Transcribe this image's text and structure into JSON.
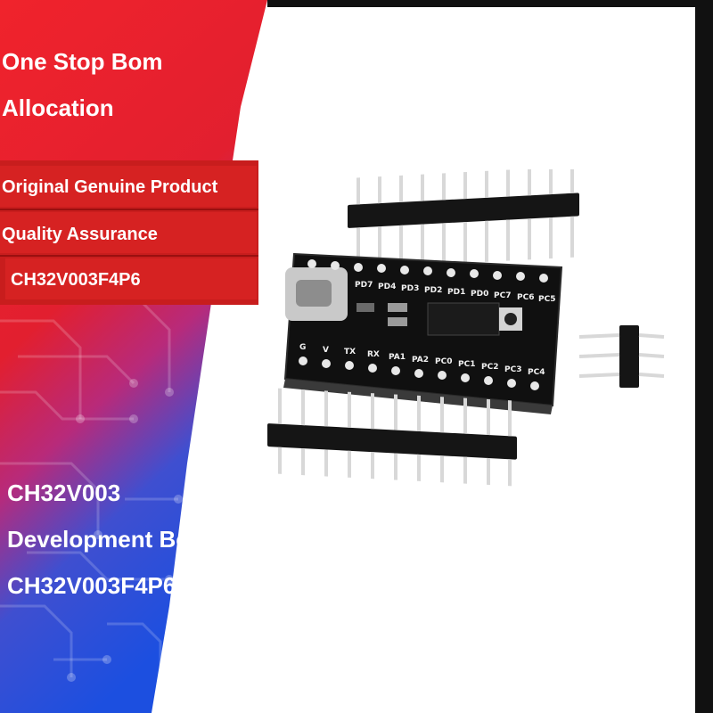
{
  "headline": {
    "line1": "One Stop Bom",
    "line2": "Allocation"
  },
  "badges": [
    {
      "label": "Original Genuine Product"
    },
    {
      "label": "Quality Assurance"
    },
    {
      "label": "CH32V003F4P6"
    }
  ],
  "product_title": {
    "line1": "CH32V003",
    "line2": "Development Board",
    "line3": "CH32V003F4P6"
  },
  "board": {
    "top_pins": [
      "PD7",
      "PD4",
      "PD3",
      "PD2",
      "PD1",
      "PD0",
      "PC7",
      "PC6",
      "PC5"
    ],
    "bottom_pins": [
      "G",
      "V",
      "TX",
      "RX",
      "PA1",
      "PA2",
      "PC0",
      "PC1",
      "PC2",
      "PC3",
      "PC4"
    ]
  },
  "colors": {
    "red": "#e0262a",
    "blue": "#1d55d8",
    "badge_red": "#d11f1f",
    "pcb": "#111111"
  }
}
